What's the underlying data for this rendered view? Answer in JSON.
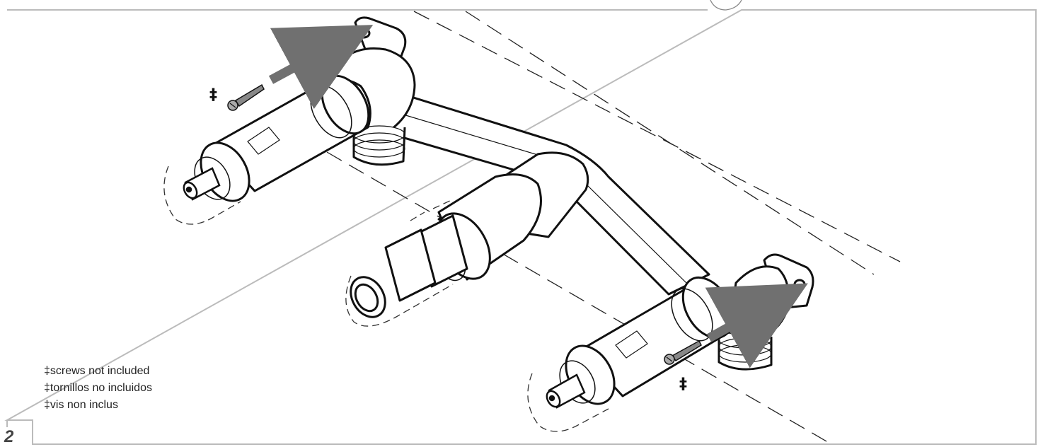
{
  "callouts": {
    "left_screw_marker": "‡",
    "right_screw_marker": "‡"
  },
  "notes": [
    "‡screws not included",
    "‡tornillos no incluidos",
    "‡vis non inclus"
  ],
  "page_number": "2",
  "colors": {
    "line": "#111111",
    "frame": "#bbbbbb",
    "arrow": "#777777"
  },
  "icons": {
    "arrows": "direction-arrow-icon",
    "screws": "screw-icon"
  }
}
